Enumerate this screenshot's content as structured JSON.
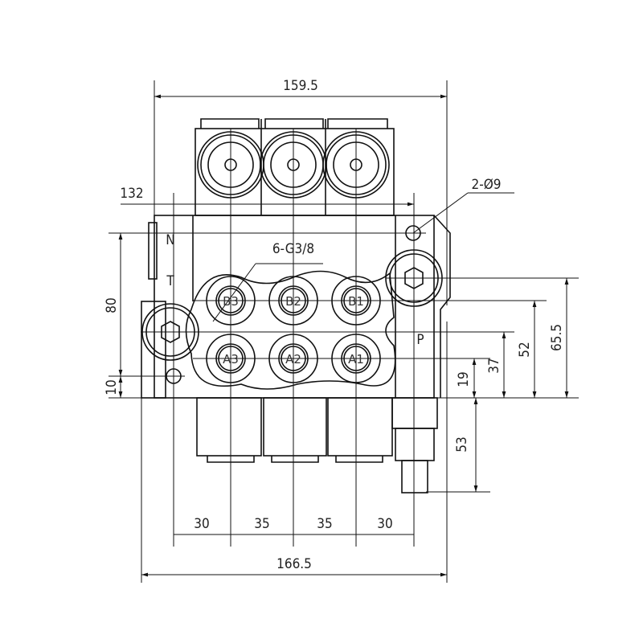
{
  "dimensions": {
    "overall_top": "159.5",
    "mount_width": "132",
    "hole_spec": "2-Ø9",
    "port_spec": "6-G3/8",
    "height_left": "80",
    "base_offset": "10",
    "right_19": "19",
    "right_37": "37",
    "right_52": "52",
    "right_65_5": "65.5",
    "right_53": "53",
    "bottom_spacing": [
      "30",
      "35",
      "35",
      "30"
    ],
    "overall_bottom": "166.5"
  },
  "ports": {
    "top_row": [
      "B3",
      "B2",
      "B1"
    ],
    "bottom_row": [
      "A3",
      "A2",
      "A1"
    ],
    "side": {
      "n": "N",
      "t": "T",
      "p": "P"
    }
  }
}
